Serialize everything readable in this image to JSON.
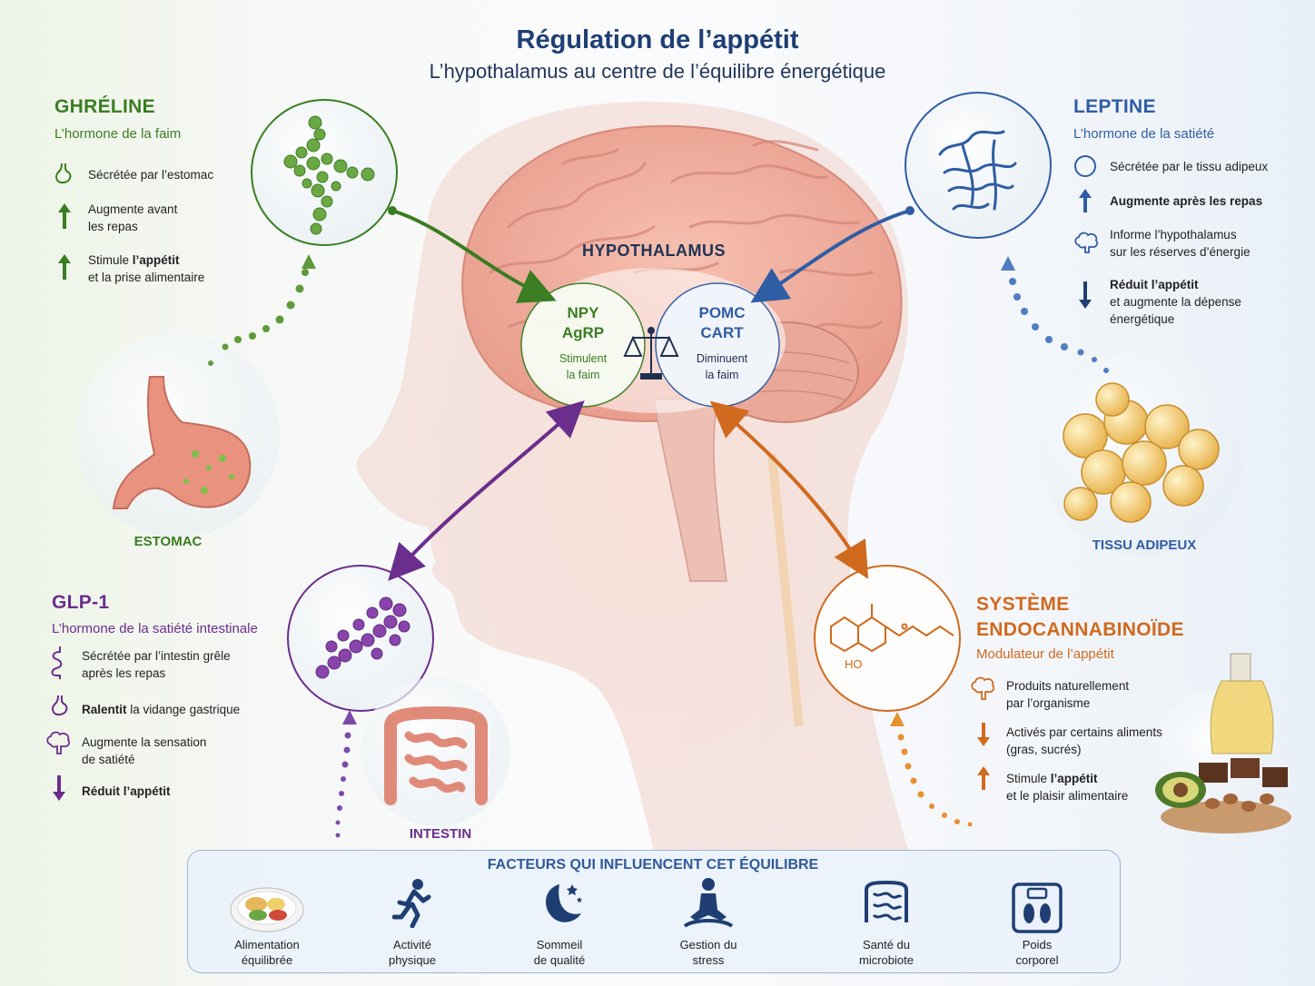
{
  "title": "Régulation de l’appétit",
  "subtitle": "L’hypothalamus au centre de l’équilibre énergétique",
  "colors": {
    "ghreline": "#3b7d22",
    "leptine": "#2f5da3",
    "glp1": "#6a2e8c",
    "endo": "#cf6a1f",
    "navy": "#1f3f73"
  },
  "hypothalamus": {
    "title": "HYPOTHALAMUS",
    "left": {
      "line1": "NPY",
      "line2": "AgRP",
      "desc1": "Stimulent",
      "desc2": "la faim"
    },
    "right": {
      "line1": "POMC",
      "line2": "CART",
      "desc1": "Diminuent",
      "desc2": "la faim"
    }
  },
  "ghreline": {
    "name": "GHRÉLINE",
    "subtitle": "L’hormone de la faim",
    "organ": "ESTOMAC",
    "items": [
      {
        "icon": "stomach-icon",
        "line1": "Sécrétée par l’estomac",
        "line2": ""
      },
      {
        "icon": "arrow-up-icon",
        "line1": "Augmente avant",
        "line2": "les repas"
      },
      {
        "icon": "arrow-up-icon",
        "bold": "l’appétit",
        "pre": "Stimule ",
        "post": "",
        "line2": "et la prise alimentaire"
      }
    ]
  },
  "leptine": {
    "name": "LEPTINE",
    "subtitle": "L’hormone de la satiété",
    "organ": "TISSU ADIPEUX",
    "items": [
      {
        "icon": "fat-cell-icon",
        "line1": "Sécrétée par le tissu adipeux",
        "line2": ""
      },
      {
        "icon": "arrow-up-icon",
        "line1": "Augmente après les repas",
        "line2": ""
      },
      {
        "icon": "brain-icon",
        "line1": "Informe l’hypothalamus",
        "line2": "sur les réserves d’énergie"
      },
      {
        "icon": "arrow-down-icon",
        "bold": "Réduit l’appétit",
        "line2": "et augmente la dépense",
        "line3": "énergétique"
      }
    ]
  },
  "glp1": {
    "name": "GLP-1",
    "subtitle": "L’hormone de la satiété intestinale",
    "organ": "INTESTIN",
    "items": [
      {
        "icon": "intestine-icon",
        "line1": "Sécrétée par l’intestin grêle",
        "line2": "après les repas"
      },
      {
        "icon": "stomach-icon",
        "bold": "Ralentit",
        "rest": " la vidange gastrique"
      },
      {
        "icon": "brain-icon",
        "line1": "Augmente la sensation",
        "line2": "de satiété"
      },
      {
        "icon": "arrow-down-icon",
        "bold": "Réduit l’appétit"
      }
    ]
  },
  "endo": {
    "name1": "SYSTÈME",
    "name2": "ENDOCANNABINOÏDE",
    "subtitle": "Modulateur de l’appétit",
    "molecule_label": "HO",
    "items": [
      {
        "icon": "brain-icon",
        "line1": "Produits naturellement",
        "line2": "par l’organisme"
      },
      {
        "icon": "arrow-down-icon",
        "line1": "Activés par certains aliments",
        "line2": "(gras, sucrés)"
      },
      {
        "icon": "arrow-up-icon",
        "pre": "Stimule ",
        "bold": "l’appétit",
        "line2": "et le plaisir alimentaire"
      }
    ]
  },
  "factors": {
    "title": "FACTEURS QUI INFLUENCENT CET ÉQUILIBRE",
    "items": [
      {
        "icon": "plate-icon",
        "line1": "Alimentation",
        "line2": "équilibrée"
      },
      {
        "icon": "runner-icon",
        "line1": "Activité",
        "line2": "physique"
      },
      {
        "icon": "moon-icon",
        "line1": "Sommeil",
        "line2": "de qualité"
      },
      {
        "icon": "meditation-icon",
        "line1": "Gestion du",
        "line2": "stress"
      },
      {
        "icon": "intestine-icon",
        "line1": "Santé du",
        "line2": "microbiote"
      },
      {
        "icon": "scale-icon",
        "line1": "Poids",
        "line2": "corporel"
      }
    ]
  }
}
